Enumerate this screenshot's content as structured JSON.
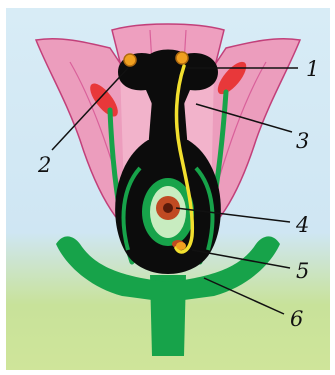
{
  "labels": {
    "l1": "1",
    "l2": "2",
    "l3": "3",
    "l4": "4",
    "l5": "5",
    "l6": "6"
  },
  "colors": {
    "sky": "#cfe6f3",
    "grass": "#c8e29a",
    "petal": "#ec9dbd",
    "petal_edge": "#c2407a",
    "green": "#17a34a",
    "pistil": "#0c0c0c",
    "pollen_tube": "#f2df2e",
    "pollen": "#f0a020",
    "anther": "#e8383a",
    "ovule": "#c8ecc0",
    "egg": "#c04a22"
  }
}
